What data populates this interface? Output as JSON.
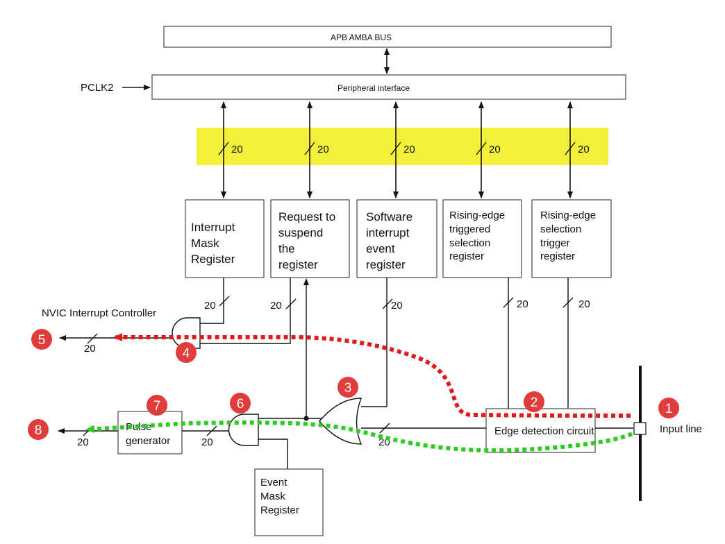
{
  "bus": {
    "label": "APB AMBA BUS"
  },
  "peripheral": {
    "label": "Peripheral interface",
    "clock": "PCLK2"
  },
  "bus_width": "20",
  "registers": [
    {
      "lines": [
        "Interrupt",
        "Mask",
        "Register"
      ]
    },
    {
      "lines": [
        "Request to",
        "suspend",
        "the",
        "register"
      ]
    },
    {
      "lines": [
        "Software",
        "interrupt",
        "event",
        "register"
      ]
    },
    {
      "lines": [
        "Rising-edge",
        "triggered",
        "selection",
        "register"
      ]
    },
    {
      "lines": [
        "Rising-edge",
        "selection",
        "trigger",
        "register"
      ]
    }
  ],
  "nvic": {
    "label": "NVIC Interrupt Controller"
  },
  "pulse_generator": {
    "lines": [
      "Pulse",
      "generator"
    ]
  },
  "event_mask": {
    "lines": [
      "Event",
      "Mask",
      "Register"
    ]
  },
  "edge_detection": {
    "label": "Edge detection circuit"
  },
  "input_line": {
    "label": "Input line"
  },
  "badges": [
    "1",
    "2",
    "3",
    "4",
    "5",
    "6",
    "7",
    "8"
  ],
  "colors": {
    "highlight": "#f2f03a",
    "badge": "#e03c3c",
    "interrupt_path": "#e01b1b",
    "event_path": "#2ecc1f",
    "line": "#111111"
  }
}
